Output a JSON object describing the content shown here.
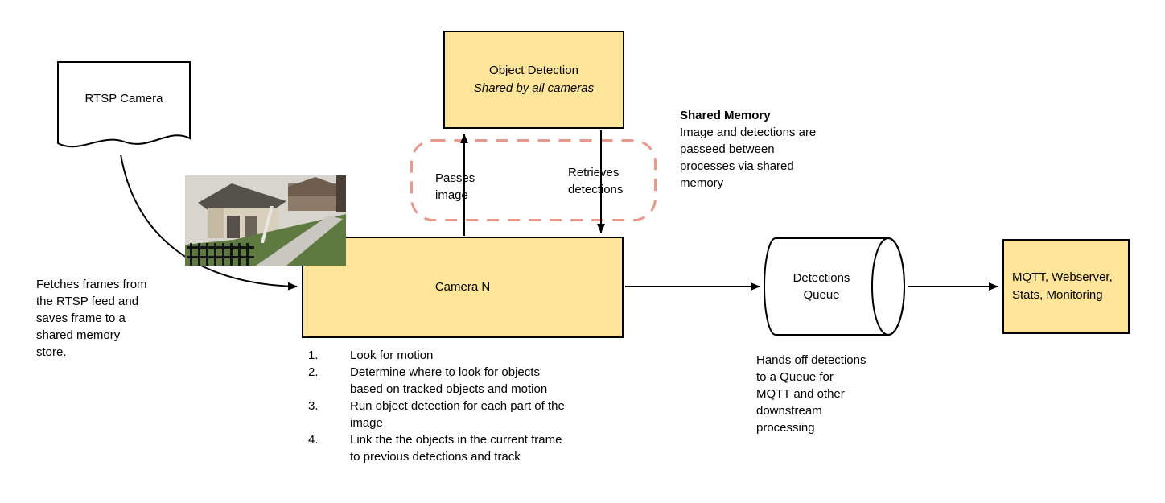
{
  "diagram": {
    "rtsp": {
      "label": "RTSP Camera"
    },
    "fetch_note": {
      "lines": [
        "Fetches frames from",
        "the RTSP feed and",
        "saves frame to a",
        "shared memory",
        "store."
      ]
    },
    "object_detection": {
      "title": "Object Detection",
      "subtitle": "Shared by all cameras"
    },
    "passes": {
      "lines": [
        "Passes",
        "image"
      ]
    },
    "retrieves": {
      "lines": [
        "Retrieves",
        "detections"
      ]
    },
    "shared_memory": {
      "title": "Shared Memory",
      "lines": [
        "Image and detections are",
        "passeed between",
        "processes via shared",
        "memory"
      ]
    },
    "camera": {
      "label": "Camera N"
    },
    "steps": [
      {
        "num": "1.",
        "lines": [
          "Look for motion"
        ]
      },
      {
        "num": "2.",
        "lines": [
          "Determine where to look for objects",
          "based on tracked objects and motion"
        ]
      },
      {
        "num": "3.",
        "lines": [
          "Run object detection for each part of the",
          "image"
        ]
      },
      {
        "num": "4.",
        "lines": [
          "Link the the objects in the current frame",
          "to previous detections and track"
        ]
      }
    ],
    "queue": {
      "label_lines": [
        "Detections",
        "Queue"
      ]
    },
    "queue_note": {
      "lines": [
        "Hands off detections",
        "to a Queue for",
        "MQTT and other",
        "downstream",
        "processing"
      ]
    },
    "outputs": {
      "lines": [
        "MQTT, Webserver,",
        "Stats, Monitoring"
      ]
    },
    "colors": {
      "node_fill": "#ffe599",
      "node_border": "#000000",
      "shared_memory_dash": "#e8998d",
      "arrow": "#000000"
    }
  }
}
